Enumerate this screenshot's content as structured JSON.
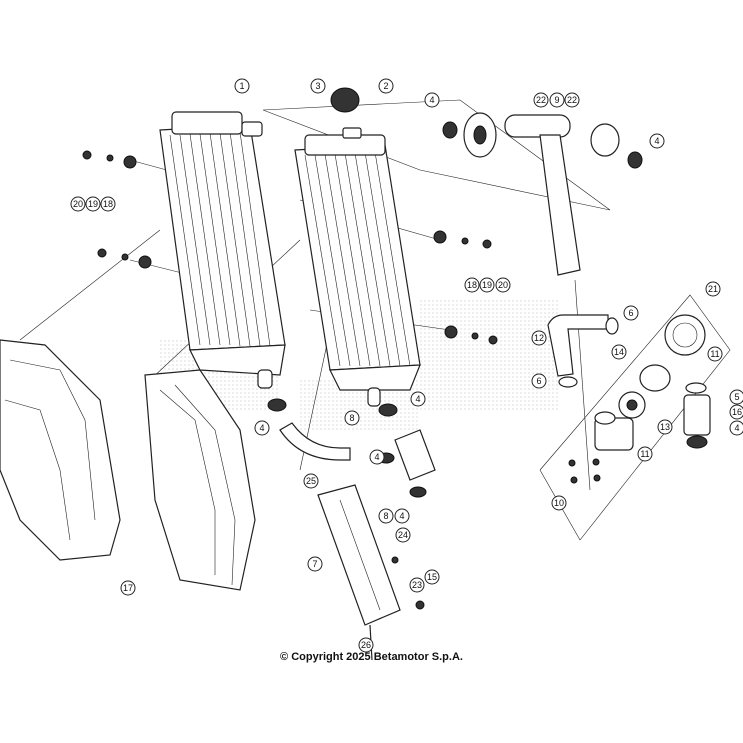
{
  "copyright": "© Copyright 2025 Betamotor S.p.A.",
  "callouts": [
    "1",
    "2",
    "3",
    "4",
    "22",
    "9",
    "22",
    "4",
    "20",
    "19",
    "18",
    "18",
    "19",
    "20",
    "21",
    "6",
    "12",
    "11",
    "14",
    "6",
    "5",
    "16",
    "13",
    "4",
    "11",
    "8",
    "4",
    "4",
    "4",
    "25",
    "8",
    "4",
    "10",
    "7",
    "24",
    "23",
    "15",
    "17",
    "26"
  ]
}
